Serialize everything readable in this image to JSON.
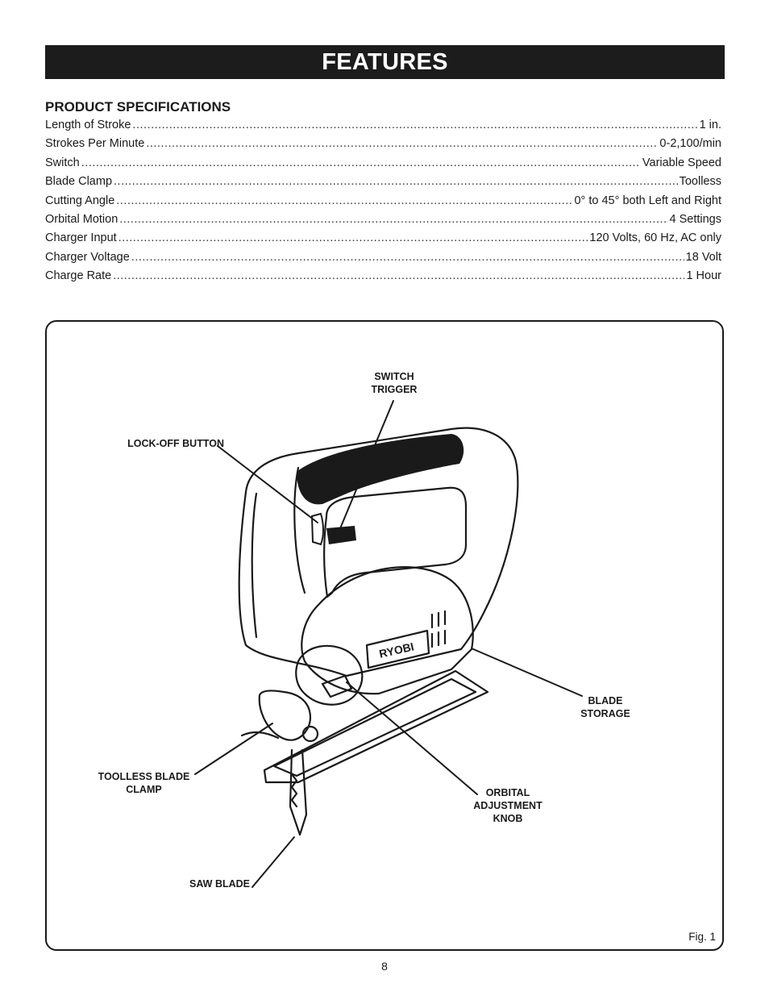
{
  "header": {
    "title": "FEATURES"
  },
  "specs": {
    "title": "PRODUCT SPECIFICATIONS",
    "rows": [
      {
        "label": "Length of Stroke",
        "value": "1 in."
      },
      {
        "label": "Strokes Per Minute",
        "value": "0-2,100/min"
      },
      {
        "label": "Switch",
        "value": "Variable Speed"
      },
      {
        "label": "Blade Clamp",
        "value": "Toolless"
      },
      {
        "label": "Cutting Angle",
        "value": "0° to 45° both Left and Right"
      },
      {
        "label": "Orbital Motion",
        "value": "4 Settings"
      },
      {
        "label": "Charger Input",
        "value": "120 Volts, 60 Hz, AC only"
      },
      {
        "label": "Charger Voltage",
        "value": "18 Volt"
      },
      {
        "label": "Charge Rate",
        "value": "1 Hour"
      }
    ]
  },
  "figure": {
    "brand": "RYOBI",
    "callouts": {
      "switch_trigger": "SWITCH\nTRIGGER",
      "lock_off_button": "LOCK-OFF BUTTON",
      "blade_storage": "BLADE\nSTORAGE",
      "toolless_blade_clamp": "TOOLLESS BLADE\nCLAMP",
      "orbital_adjustment_knob": "ORBITAL\nADJUSTMENT\nKNOB",
      "saw_blade": "SAW BLADE"
    },
    "label": "Fig. 1"
  },
  "footer": {
    "page_number": "8"
  }
}
